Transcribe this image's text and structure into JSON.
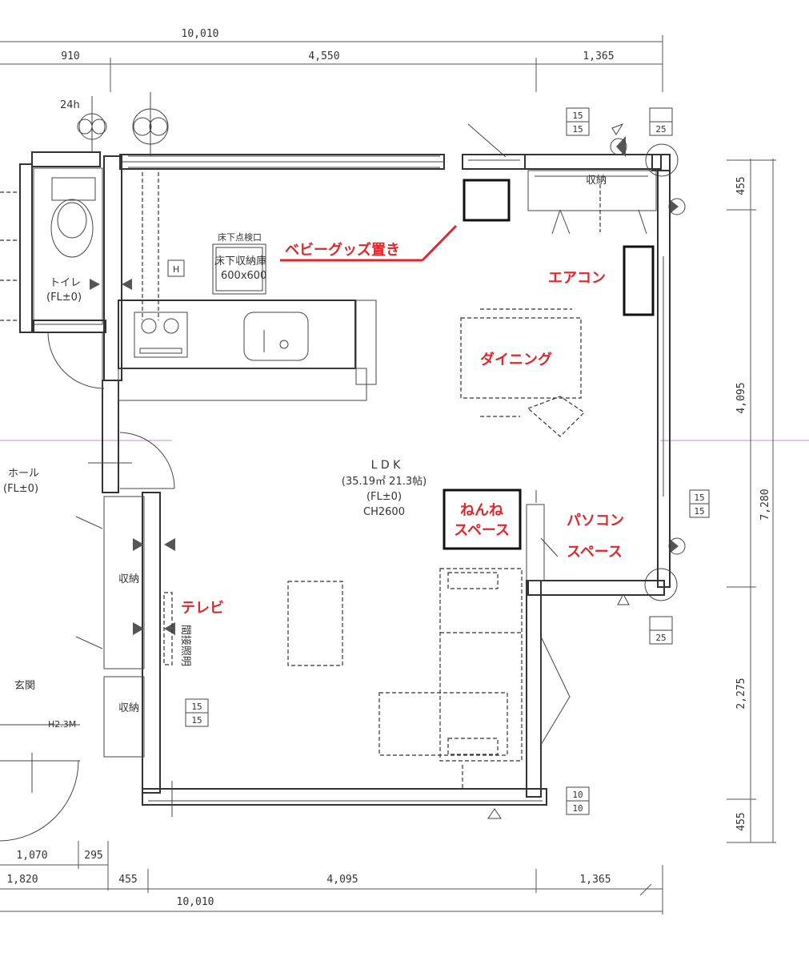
{
  "dimensions": {
    "top_total": "10,010",
    "top_parts": [
      "910",
      "4,550",
      "1,365"
    ],
    "bottom_total": "10,010",
    "bottom_parts": [
      "1,820",
      "455",
      "4,095",
      "1,365"
    ],
    "bottom_sub": [
      "1,070",
      "295"
    ],
    "right_parts": [
      "455",
      "4,095",
      "2,275",
      "455"
    ],
    "right_total": "7,280"
  },
  "rooms": {
    "toilet": "トイレ",
    "toilet_level": "(FL±0)",
    "hall": "ホール",
    "hall_level": "(FL±0)",
    "entrance": "玄関",
    "storage_top": "収納",
    "storage_mid": "収納",
    "storage_low": "収納",
    "ldk": "L D K",
    "ldk_area": "(35.19㎡ 21.3帖)",
    "ldk_level": "(FL±0)",
    "ldk_ceiling": "CH2600",
    "underfloor_inspect": "床下点検口",
    "underfloor_storage_1": "床下収納庫",
    "underfloor_storage_2": "600x600",
    "indirect_light": "間接照明",
    "vent": "24h",
    "h_mark": "H",
    "door_height": "H2.3M"
  },
  "annotations": {
    "baby_goods": "ベビーグッズ置き",
    "aircon": "エアコン",
    "dining": "ダイニング",
    "nenne_1": "ねんね",
    "nenne_2": "スペース",
    "pc_1": "パソコン",
    "pc_2": "スペース",
    "tv": "テレビ"
  },
  "window_tags": {
    "t1a": "15",
    "t1b": "15",
    "t2": "25",
    "t3a": "15",
    "t3b": "15",
    "t4": "25",
    "t5a": "15",
    "t5b": "15",
    "t6a": "10",
    "t6b": "10"
  },
  "colors": {
    "annotation": "#e0262b",
    "line": "#333333",
    "gridline": "#c78bd6"
  }
}
